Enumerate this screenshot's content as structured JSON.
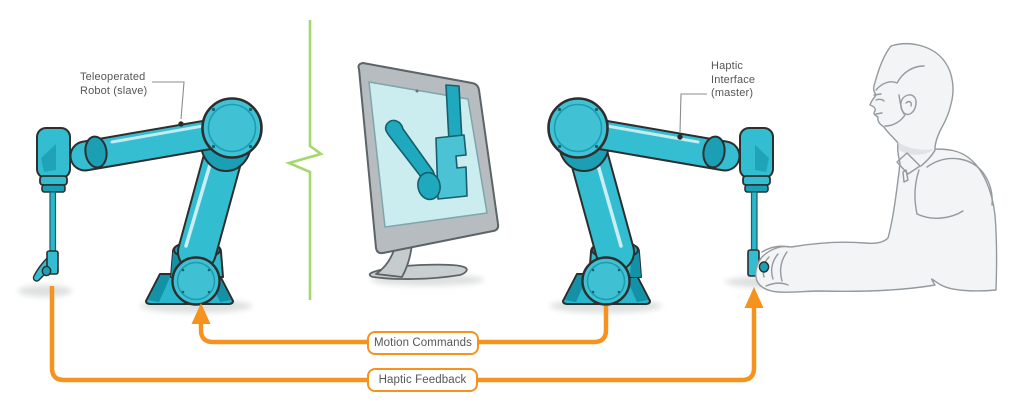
{
  "labels": {
    "slave_robot": "Teleoperated\nRobot (slave)",
    "master_interface": "Haptic\nInterface\n(master)"
  },
  "flow": {
    "motion_commands": "Motion Commands",
    "haptic_feedback": "Haptic Feedback"
  },
  "colors": {
    "robot_teal": "#33bdd1",
    "robot_teal_light": "#41c2d4",
    "robot_teal_dark": "#1b9fb4",
    "robot_outline": "#2d2e2e",
    "arrow_orange": "#f6921e",
    "link_green": "#a5d76e",
    "screen_cyan": "#cbedf0",
    "monitor_gray": "#b6bcbf",
    "label_text": "#565659",
    "person_line": "#949a9e"
  }
}
